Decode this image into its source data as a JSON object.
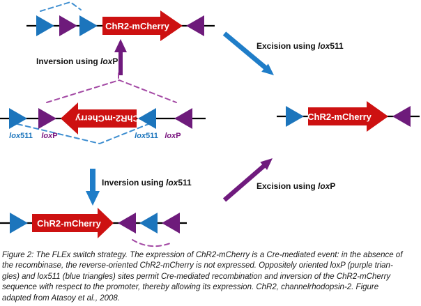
{
  "gene": {
    "label": "ChR2-mCherry"
  },
  "annotations": {
    "inversion_loxp": {
      "prefix": "Inversion using ",
      "lox": "lox",
      "suffix": "P"
    },
    "excision_lox511": {
      "prefix": "Excision using ",
      "lox": "lox",
      "suffix": "511"
    },
    "inversion_lox511": {
      "prefix": "Inversion using ",
      "lox": "lox",
      "suffix": "511"
    },
    "excision_loxp": {
      "prefix": "Excision using ",
      "lox": "lox",
      "suffix": "P"
    }
  },
  "sites": {
    "lox511": {
      "lox": "lox",
      "id": "511"
    },
    "loxp": {
      "lox": "lox",
      "id": "P"
    }
  },
  "caption": {
    "lines": [
      "Figure 2: The FLEx switch strategy. The expression of ChR2-mCherry is a Cre-mediated event: in the absence of",
      "the recombinase, the reverse-oriented ChR2-mCherry is not expressed. Oppositely oriented loxP (purple trian-",
      "gles) and lox511 (blue triangles) sites permit Cre-mediated recombination and inversion of the ChR2-mCherry",
      "sequence with respect to the promoter, thereby allowing its expression. ChR2, channelrhodopsin-2. Figure",
      "adapted from Atasoy et al., 2008."
    ]
  },
  "colors": {
    "red": "#CD1111",
    "blue": "#1C75BC",
    "purple": "#6E1B7B",
    "arrow_blue": "#1F7DC8",
    "arrow_purple": "#6F1A7D",
    "dash_blue": "#3E8ED0",
    "dash_purple": "#A349A4",
    "site_blue": "#1C75BC",
    "site_purple": "#7B1880",
    "text_dark": "#111111"
  }
}
